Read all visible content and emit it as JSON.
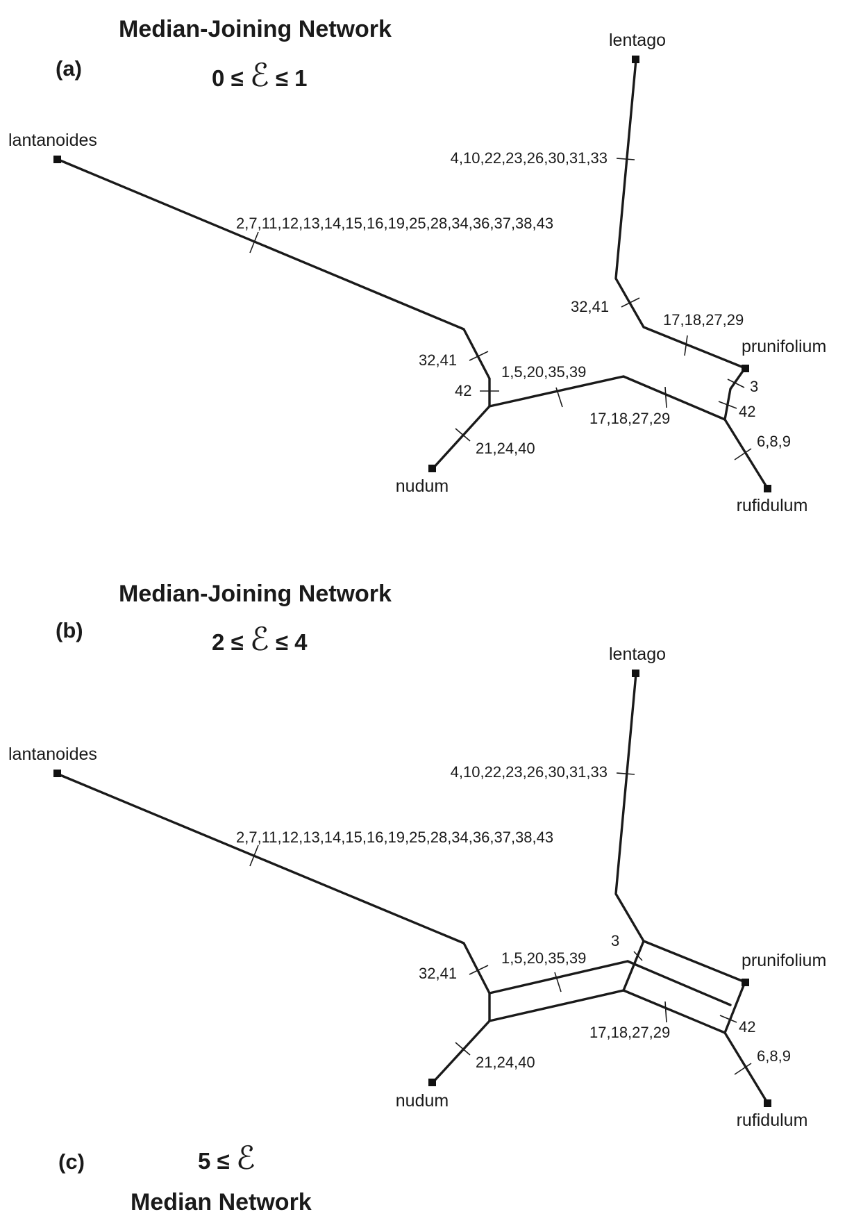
{
  "panels": [
    {
      "title": "Median-Joining Network",
      "letter": "(a)",
      "eps_pre": "0 ≤ ",
      "eps_sym": "ℰ",
      "eps_post": " ≤ 1",
      "taxa": {
        "lentago": "lentago",
        "lantanoides": "lantanoides",
        "prunifolium": "prunifolium",
        "nudum": "nudum",
        "rufidulum": "rufidulum"
      },
      "mutations": {
        "lentago_branch": "4,10,22,23,26,30,31,33",
        "lantanoides_branch": "2,7,11,12,13,14,15,16,19,25,28,34,36,37,38,43",
        "m32_41_upper": "32,41",
        "m17_upper": "17,18,27,29",
        "m32_41_lower": "32,41",
        "m42_left": "42",
        "m1_5": "1,5,20,35,39",
        "m17_lower": "17,18,27,29",
        "m3": "3",
        "m42_right": "42",
        "m6_8_9": "6,8,9",
        "m21_24_40": "21,24,40"
      }
    },
    {
      "title": "Median-Joining Network",
      "letter": "(b)",
      "eps_pre": "2 ≤ ",
      "eps_sym": "ℰ",
      "eps_post": " ≤ 4",
      "taxa": {
        "lentago": "lentago",
        "lantanoides": "lantanoides",
        "prunifolium": "prunifolium",
        "nudum": "nudum",
        "rufidulum": "rufidulum"
      },
      "mutations": {
        "lentago_branch": "4,10,22,23,26,30,31,33",
        "lantanoides_branch": "2,7,11,12,13,14,15,16,19,25,28,34,36,37,38,43",
        "m3": "3",
        "m32_41": "32,41",
        "m1_5": "1,5,20,35,39",
        "m17": "17,18,27,29",
        "m42": "42",
        "m6_8_9": "6,8,9",
        "m21_24_40": "21,24,40"
      }
    },
    {
      "letter": "(c)",
      "eps_pre": "5 ≤ ",
      "eps_sym": "ℰ",
      "subtitle": "Median Network"
    }
  ]
}
